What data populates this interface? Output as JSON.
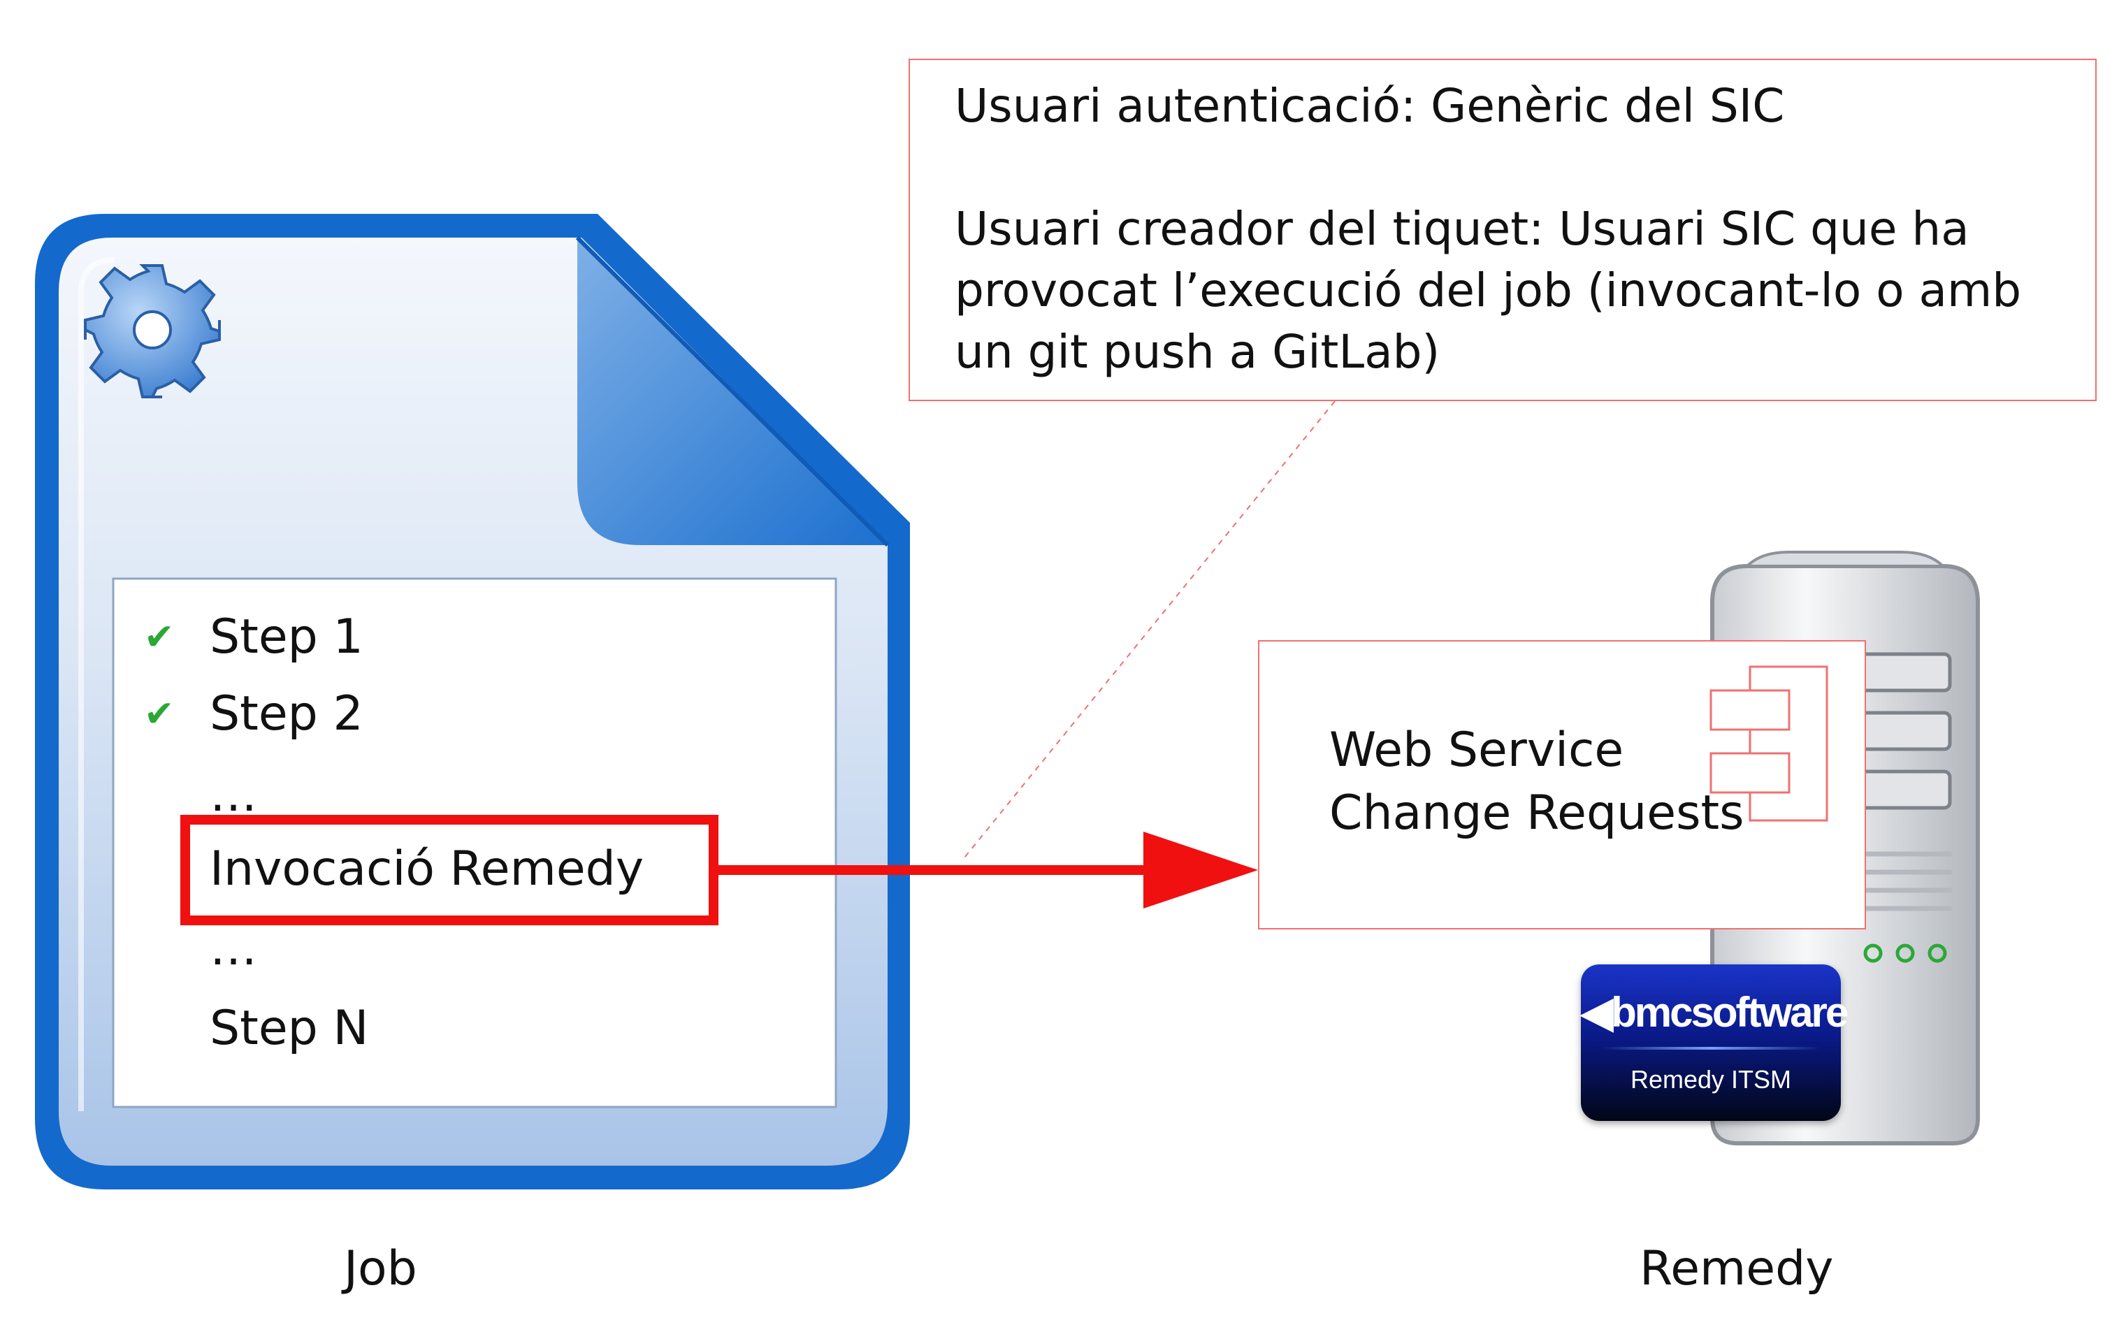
{
  "callout": {
    "lines": [
      "Usuari autenticació: Genèric del SIC",
      "",
      "Usuari creador del tiquet: Usuari SIC que ha",
      "provocat l’execució del job (invocant-lo o amb",
      "un git push a GitLab)"
    ]
  },
  "job": {
    "steps": [
      {
        "label": "Step 1",
        "checked": true
      },
      {
        "label": "Step 2",
        "checked": true
      },
      {
        "label": "…",
        "checked": false
      },
      {
        "label": "Invocació Remedy",
        "checked": false,
        "highlighted": true
      },
      {
        "label": "…",
        "checked": false
      },
      {
        "label": "Step N",
        "checked": false
      }
    ],
    "check_symbol": "✔",
    "caption": "Job",
    "icon": "gear-icon"
  },
  "service": {
    "lines": [
      "Web Service",
      "Change Requests"
    ],
    "icon": "component-icon"
  },
  "remedy": {
    "logo": "bmcsoftware",
    "product": "Remedy ITSM",
    "caption": "Remedy",
    "icon": "server-icon"
  },
  "colors": {
    "highlight": "#f01010",
    "callout_border": "#f07070",
    "document_blue": "#1469cc",
    "check_green": "#2aa836"
  }
}
